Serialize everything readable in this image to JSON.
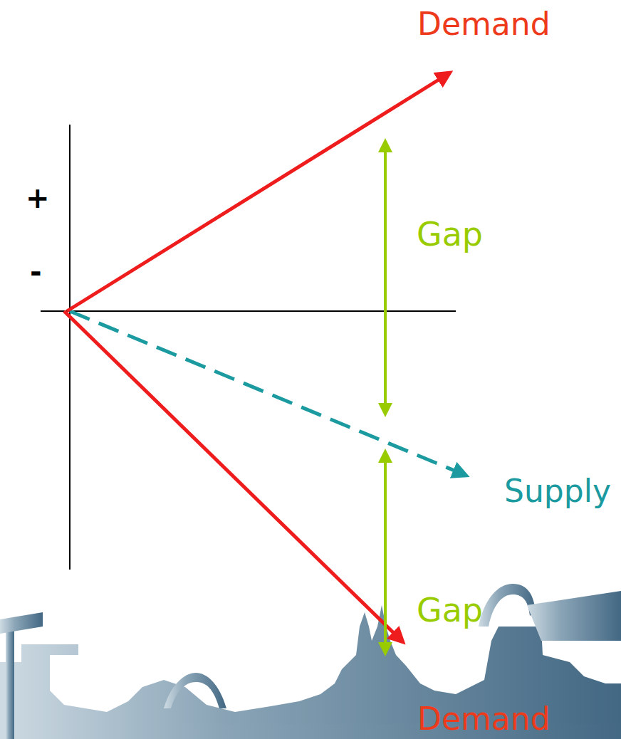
{
  "diagram": {
    "labels": [
      "Demand",
      "+",
      "Gap",
      "-",
      "Supply",
      "Gap",
      "Demand"
    ]
  }
}
